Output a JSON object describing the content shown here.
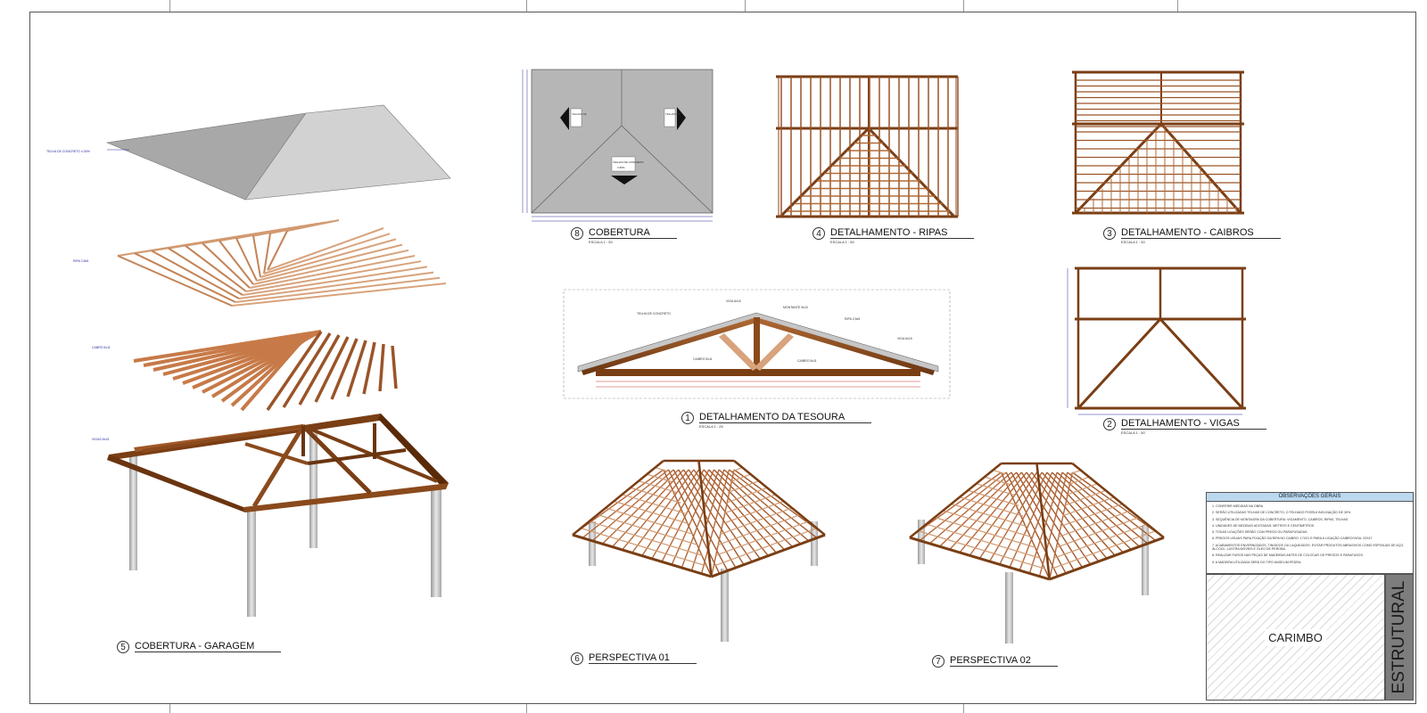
{
  "drawings": {
    "d5": {
      "num": "5",
      "title": "COBERTURA - GARAGEM"
    },
    "d8": {
      "num": "8",
      "title": "COBERTURA",
      "scale": "ESCALA    1 : 50"
    },
    "d4": {
      "num": "4",
      "title": "DETALHAMENTO - RIPAS",
      "scale": "ESCALA    1 : 50"
    },
    "d3": {
      "num": "3",
      "title": "DETALHAMENTO - CAIBROS",
      "scale": "ESCALA    1 : 50"
    },
    "d1": {
      "num": "1",
      "title": "DETALHAMENTO DA TESOURA",
      "scale": "ESCALA    1 : 25"
    },
    "d2": {
      "num": "2",
      "title": "DETALHAMENTO - VIGAS",
      "scale": "ESCALA    1 : 50"
    },
    "d6": {
      "num": "6",
      "title": "PERSPECTIVA 01"
    },
    "d7": {
      "num": "7",
      "title": "PERSPECTIVA 02"
    }
  },
  "exploded_labels": {
    "telha": "TELHA DE CONCRETO I=30%",
    "ripa": "RIPA 2,5x5",
    "caibro": "CABRO 5x11",
    "vigas": "VIGAS 6x15"
  },
  "truss_labels": {
    "telha": "TELHA DE CONCRETO",
    "viga_top": "VIGA 6x15",
    "montante": "MONTANTE 5x10",
    "ripa": "RIPA 2,5x5",
    "viga_right": "VIGA 6x15",
    "caibro_left": "CAIBRO 5x11",
    "caibro_right": "CAIBRO 5x11"
  },
  "plan_labels": {
    "telhas": "TELHAS DE CONCRETO",
    "inclinacao": "I=30%"
  },
  "notes": {
    "title": "OBSERVAÇÕES GERAIS",
    "items": [
      "1. CONFERIR MEDIDAS NA OBRA",
      "2. SERÃO UTILIZADAS TELHAS DE CONCRETO, O TELHADO POSSUI INCLINAÇÃO DE 30%",
      "3. SEQUÊNCIA DE MONTAGEM DA COBERTURA: VIGAMENTO, CAIBROS, RIPAS, TELHAS.",
      "4. UNIDADES DE MEDIDAS ADOTADAS: METROS E CENTÍMETROS.",
      "5. TODAS LIGAÇÕES SERÃO COM PREGO OU PARAFUSADAS.",
      "6. PREGOS USUAIS PARA FIXAÇÃO DA RIPA NO CAIBRO: 17X21 E PARA A LIGAÇÃO CAIBRO/VIGA: 22X47",
      "7. ACABAMENTOS ENVERNIZADOS, TINGIDOS OU LAQUEADOS. EVITAR PRODUTOS ABRASIVOS COMO ESPONJAS DE AÇO, ÁLCOOL, LUSTRA MÓVEIS E ÓLEO DE PEROBA.",
      "8. REALIZAR FUROS NAS PEÇAS DE MADEIRAS ANTES DE COLOCAR OS PREGOS E PARAFUSOS.",
      "9. A MADEIRA UTILIZADA SERÁ DO TIPO ANGELIM-PEDRA."
    ]
  },
  "stamp": {
    "label": "CARIMBO",
    "discipline": "ESTRUTURAL"
  },
  "colors": {
    "wood": "#8a4a1c",
    "wood_light": "#d8a37c",
    "roof": "#bdbdbd",
    "dim": "#2a2aa0"
  }
}
